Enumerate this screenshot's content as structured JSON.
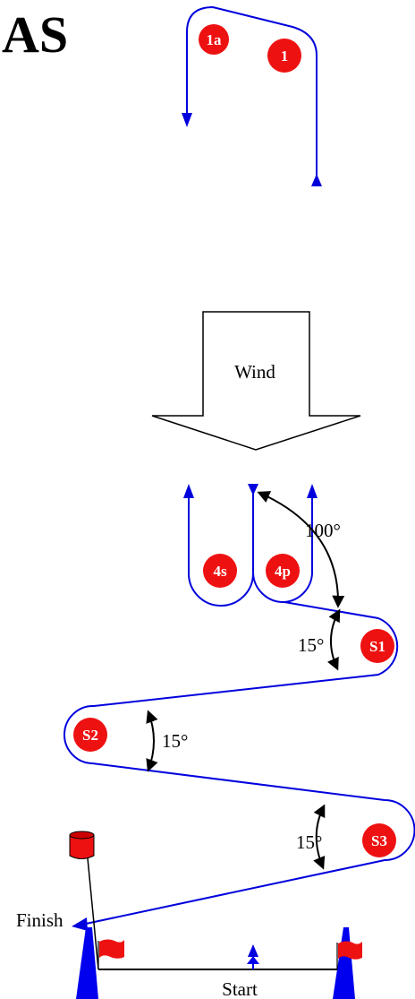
{
  "title": "AS",
  "wind_label": "Wind",
  "start_label": "Start",
  "finish_label": "Finish",
  "marks": {
    "m1a": "1a",
    "m1": "1",
    "m4s": "4s",
    "m4p": "4p",
    "s1": "S1",
    "s2": "S2",
    "s3": "S3"
  },
  "angles": {
    "a100": "100°",
    "a15_s1": "15°",
    "a15_s2": "15°",
    "a15_s3": "15°"
  },
  "colors": {
    "course_line": "#0000dd",
    "mark_fill": "#ee1111",
    "mark_text": "#ffffff",
    "start_mark": "#0000ee",
    "flag": "#ee1111",
    "text": "#000000"
  }
}
